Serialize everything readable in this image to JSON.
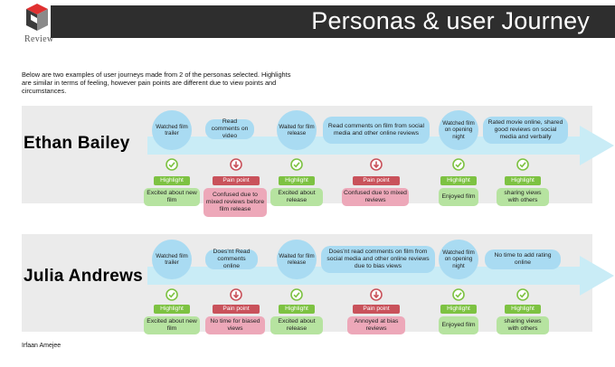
{
  "header": {
    "title": "Personas & user Journey",
    "logo_text": "Review"
  },
  "intro": "Below are two examples of user journeys made from 2 of the personas selected. Highlights are similar in terms of feeling, however pain points are different due to view points and circumstances.",
  "personas": [
    {
      "name": "Ethan  Bailey",
      "stages": [
        "Watched film trailer",
        "Read comments on video",
        "Waited for film release",
        "Read comments on film from social media and other online reviews",
        "Watched film on opening night",
        "Rated movie online, shared good reviews on social media and verbally"
      ],
      "tags": [
        "Highlight",
        "Pain point",
        "Highlight",
        "Pain point",
        "Highlight",
        "Highlight"
      ],
      "feelings": [
        "Excited about new film",
        "Confused due to mixed reviews before film release",
        "Excited about release",
        "Confused due to mixed reviews",
        "Enjoyed film",
        "sharing views with others"
      ]
    },
    {
      "name": "Julia Andrews",
      "stages": [
        "Watched film trailer",
        "Does'nt Read comments online",
        "Waited for film release",
        "Does'nt read comments on film from social media and other online reviews due to bias views",
        "Watched film on opening night",
        "No time to add rating online"
      ],
      "tags": [
        "Highlight",
        "Pain point",
        "Highlight",
        "Pain point",
        "Highlight",
        "Highlight"
      ],
      "feelings": [
        "Excited about new film",
        "No time for biased views",
        "Excited about release",
        "Annoyed at bias reviews",
        "Enjoyed film",
        "sharing views with others"
      ]
    }
  ],
  "author": "Irfaan Amejee",
  "colors": {
    "header": "#2e2e2e",
    "band": "#ebebeb",
    "stage": "#a9dbf2",
    "arrow": "#c9ecf6",
    "highlight": "#7dc242",
    "highlight_soft": "#b6e3a0",
    "painpoint": "#c9525b",
    "painpoint_soft": "#eda8b9"
  },
  "icons": {
    "highlight": "check-circle-icon",
    "painpoint": "down-arrow-circle-icon"
  }
}
